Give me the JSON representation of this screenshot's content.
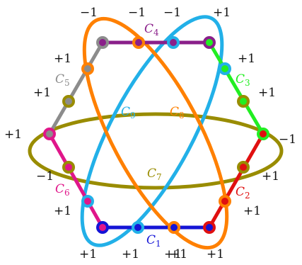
{
  "colors": {
    "C1": "#1414d6",
    "C2": "#e01010",
    "C3": "#22ee22",
    "C4": "#8a1f8a",
    "C5": "#8c8c8c",
    "C6": "#e0168a",
    "C7": "#998c00",
    "C8": "#ff8000",
    "C9": "#22b0e8"
  },
  "curve_labels": [
    {
      "id": "C1",
      "letter": "C",
      "sub": "1"
    },
    {
      "id": "C2",
      "letter": "C",
      "sub": "2"
    },
    {
      "id": "C3",
      "letter": "C",
      "sub": "3"
    },
    {
      "id": "C4",
      "letter": "C",
      "sub": "4"
    },
    {
      "id": "C5",
      "letter": "C",
      "sub": "5"
    },
    {
      "id": "C6",
      "letter": "C",
      "sub": "6"
    },
    {
      "id": "C7",
      "letter": "C",
      "sub": "7"
    },
    {
      "id": "C8",
      "letter": "C",
      "sub": "8"
    },
    {
      "id": "C9",
      "letter": "C",
      "sub": "9"
    }
  ],
  "sign_labels": [
    {
      "name": "sign-top-1",
      "text": "−1"
    },
    {
      "name": "sign-top-2",
      "text": "−1"
    },
    {
      "name": "sign-top-3",
      "text": "−1"
    },
    {
      "name": "sign-top-4",
      "text": "+1"
    },
    {
      "name": "sign-ul-1",
      "text": "+1"
    },
    {
      "name": "sign-ul-2",
      "text": "+1"
    },
    {
      "name": "sign-left",
      "text": "+1"
    },
    {
      "name": "sign-ll-1",
      "text": "−1"
    },
    {
      "name": "sign-ll-2",
      "text": "+1"
    },
    {
      "name": "sign-bl",
      "text": "+1"
    },
    {
      "name": "sign-bot-1",
      "text": "+1"
    },
    {
      "name": "sign-bot-2",
      "text": "+1"
    },
    {
      "name": "sign-bot-3",
      "text": "+1"
    },
    {
      "name": "sign-bot-4",
      "text": "+1"
    },
    {
      "name": "sign-ur-1",
      "text": "+1"
    },
    {
      "name": "sign-ur-2",
      "text": "+1"
    },
    {
      "name": "sign-right",
      "text": "−1"
    },
    {
      "name": "sign-lr-1",
      "text": "+1"
    },
    {
      "name": "sign-lr-2",
      "text": "+1"
    }
  ]
}
